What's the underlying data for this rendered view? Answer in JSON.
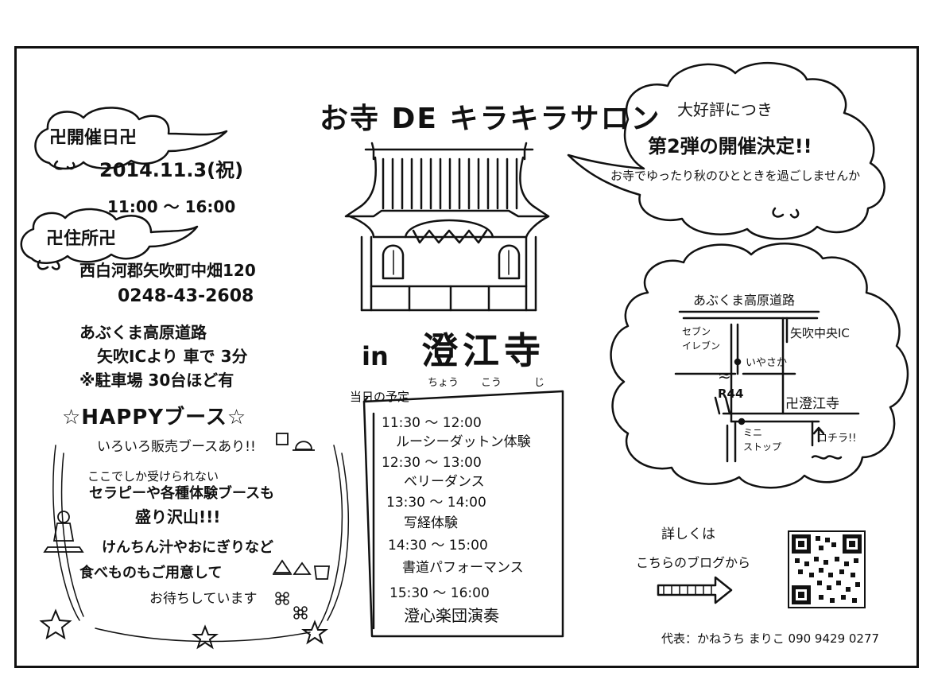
{
  "title": "お寺 DE キラキラサロン",
  "temple": {
    "prefix": "in",
    "name": "澄江寺",
    "reading": [
      "ちょう",
      "こう",
      "じ"
    ]
  },
  "announcement": {
    "line1": "大好評につき",
    "line2": "第2弾の開催決定!!",
    "line3": "お寺でゆったり秋のひとときを過ごしませんか"
  },
  "event_date": {
    "label": "卍開催日卍",
    "date": "2014.11.3(祝)",
    "time": "11:00 ～ 16:00"
  },
  "address": {
    "label": "卍住所卍",
    "line": "西白河郡矢吹町中畑120",
    "phone": "0248-43-2608"
  },
  "access": {
    "line1": "あぶくま高原道路",
    "line2": "矢吹ICより 車で 3分",
    "line3": "※駐車場 30台ほど有"
  },
  "happy_booth": {
    "title": "☆HAPPYブース☆",
    "lines": [
      "いろいろ販売ブースあり!!",
      "ここでしか受けられない",
      "セラピーや各種体験ブースも",
      "盛り沢山!!!",
      "けんちん汁やおにぎりなど",
      "食べものもご用意して",
      "お待ちしています"
    ]
  },
  "schedule": {
    "label": "当日の予定",
    "items": [
      {
        "time": "11:30 ～ 12:00",
        "event": "ルーシーダットン体験"
      },
      {
        "time": "12:30 ～ 13:00",
        "event": "ベリーダンス"
      },
      {
        "time": "13:30 ～ 14:00",
        "event": "写経体験"
      },
      {
        "time": "14:30 ～ 15:00",
        "event": "書道パフォーマンス"
      },
      {
        "time": "15:30 ～ 16:00",
        "event": "澄心楽団演奏"
      }
    ]
  },
  "map": {
    "road": "あぶくま高原道路",
    "ic": "矢吹中央IC",
    "seven": "セブン\nイレブン",
    "iyasaka": "いやさか",
    "route": "R44",
    "temple": "卍澄江寺",
    "ministop": "ミニ\nストップ",
    "here": "コチラ!!",
    "approx": "≈"
  },
  "blog": {
    "line1": "詳しくは",
    "line2": "こちらのブログから"
  },
  "contact": "代表：かねうち まりこ 090 9429 0277"
}
